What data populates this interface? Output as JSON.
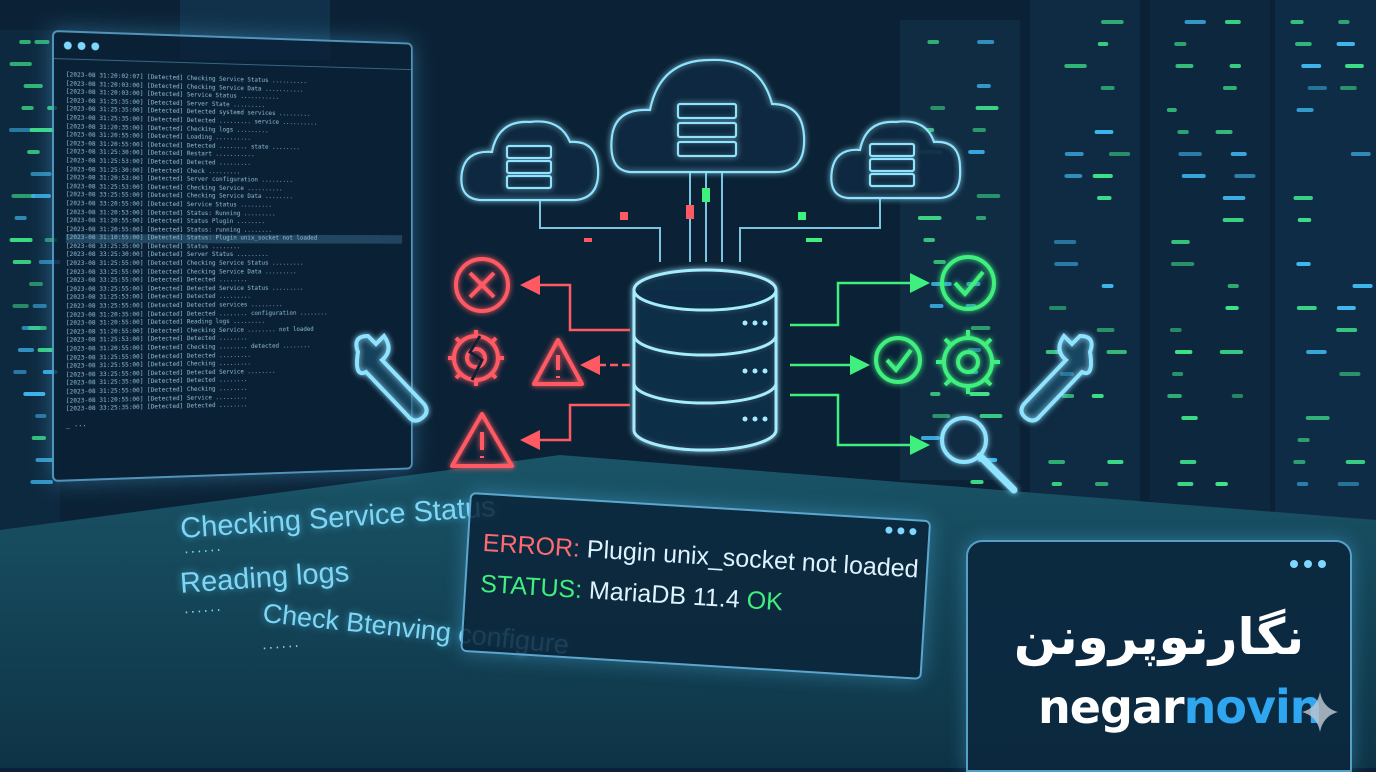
{
  "terminal": {
    "lines": [
      "[2023-08 31:20:02:07] [Detected] Checking Service Status ..........",
      "[2023-08 31:20:03:00] [Detected] Checking Service Data ...........",
      "[2023-08 31:20:03:00] [Detected] Service Status ...........",
      "[2023-08 31:25:35:00] [Detected] Server State .........",
      "[2023-08 31:25:35:00] [Detected] Detected systemd services .........",
      "[2023-08 31:25:35:00] [Detected] Detected ......... service ..........",
      "[2023-08 31:20:35:00] [Detected] Checking logs .........",
      "[2023-08 31:20:55:00] [Detected] Loading ..........",
      "[2023-08 31:20:55:00] [Detected] Detected ........ state ........",
      "[2023-08 31:25:30:00] [Detected] Restart ...........",
      "[2023-08 31:25:53:00] [Detected] Detected .........",
      "[2023-08 31:25:30:00] [Detected] Check .........",
      "[2023-08 31:20:53:00] [Detected] Server configuration .........",
      "[2023-08 31:25:53:00] [Detected] Checking Service ..........",
      "[2023-08 33:25:55:00] [Detected] Checking Service Data ........",
      "[2023-08 33:20:55:00] [Detected] Service Status .........",
      "[2023-08 31:20:53:00] [Detected] Status: Running .........",
      "[2023-08 31:20:55:00] [Detected] Status Plugin ........",
      "[2023-08 31:20:55:00] [Detected] Status: running ........",
      "[2023-08 31:10:55:00] [Detected] Status: Plugin unix_socket not loaded",
      "[2023-08 33:25:35:00] [Detected] Status ........",
      "[2023-08 33:25:30:00] [Detected] Server Status .........",
      "[2023-08 31:25:55:00] [Detected] Checking Service Status .........",
      "[2023-08 33:25:55:00] [Detected] Checking Service Data .........",
      "[2023-08 33:25:55:00] [Detected] Detected ........",
      "[2023-08 33:25:55:00] [Detected] Detected Service Status .........",
      "[2023-08 31:25:53:00] [Detected] Detected .........",
      "[2023-08 33:25:55:00] [Detected] Detected services .........",
      "[2023-08 31:20:35:00] [Detected] Detected ........ configuration ........",
      "[2023-08 31:20:55:00] [Detected] Reading logs .........",
      "[2023-08 31:20:55:00] [Detected] Checking Service ........ not loaded",
      "[2023-08 31:25:53:00] [Detected] Detected ........",
      "[2023-08 31:20:55:00] [Detected] Checking ........ detected ........",
      "[2023-08 31:25:55:00] [Detected] Detected .........",
      "[2023-08 31:25:55:00] [Detected] Checking .........",
      "[2023-08 33:25:55:00] [Detected] Detected Service ........",
      "[2023-08 31:25:35:00] [Detected] Detected ........",
      "[2023-08 31:25:55:00] [Detected] Checking ........",
      "[2023-08 31:20:55:00] [Detected] Service .........",
      "[2023-08 33:25:35:00] [Detected] Detected ........"
    ],
    "prompt": "_ ..."
  },
  "captions": {
    "checking": "Checking Service Status",
    "reading": "Reading logs",
    "config": "Check Btenving configure",
    "ellipsis": "......"
  },
  "status_panel": {
    "error_label": "ERROR:",
    "error_text": "Plugin unix_socket not loaded",
    "status_label": "STATUS:",
    "status_text": "MariaDB 11.4",
    "status_ok": "OK"
  },
  "brand": {
    "name_fa": "نگارنوپرونن",
    "name_en_a": "negar",
    "name_en_b": "novin"
  },
  "colors": {
    "error": "#ff5a63",
    "ok": "#3ff07f",
    "neon": "#7fd7ff",
    "brand_blue": "#2ea6f0"
  },
  "icons": {
    "error_cross": "error-cross-icon",
    "broken_gear": "broken-gear-icon",
    "warning_1": "warning-icon",
    "warning_2": "warning-icon",
    "ok_check": "check-icon",
    "ok_gear": "gear-icon",
    "search": "magnifier-icon",
    "wrench": "wrench-icon",
    "database": "database-icon",
    "cloud": "cloud-server-icon"
  }
}
